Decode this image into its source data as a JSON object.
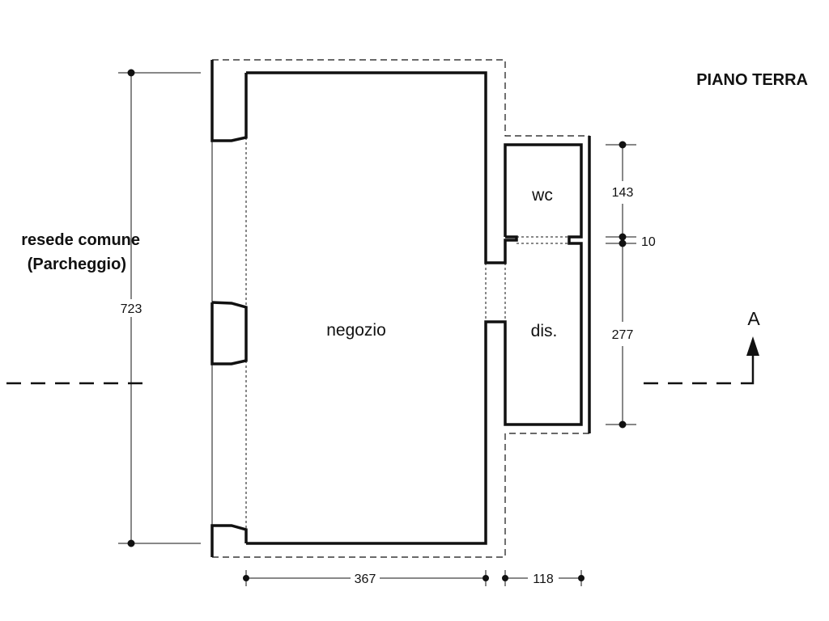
{
  "title": "PIANO TERRA",
  "side_label": {
    "line1": "resede comune",
    "line2": "(Parcheggio)"
  },
  "rooms": {
    "shop": "negozio",
    "wc": "wc",
    "dis": "dis."
  },
  "dimensions": {
    "overall_height": "723",
    "shop_width": "367",
    "service_width": "118",
    "wc_height": "143",
    "wall_gap": "10",
    "dis_height": "277"
  },
  "section_marker": "A",
  "colors": {
    "line": "#111111",
    "background": "#ffffff"
  }
}
